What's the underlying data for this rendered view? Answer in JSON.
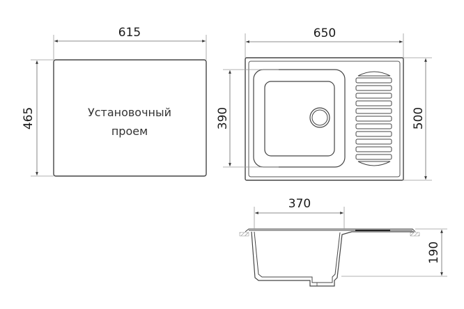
{
  "opening": {
    "label_line1": "Установочный",
    "label_line2": "проем",
    "width": "615",
    "height": "465"
  },
  "sink_top": {
    "width": "650",
    "height": "500",
    "bowl_height": "390",
    "drainer_ribs": 11
  },
  "sink_section": {
    "bowl_width": "370",
    "depth": "190"
  },
  "colors": {
    "line": "#3a3a3a",
    "dim_line": "#888888",
    "text": "#1a1a1a"
  }
}
